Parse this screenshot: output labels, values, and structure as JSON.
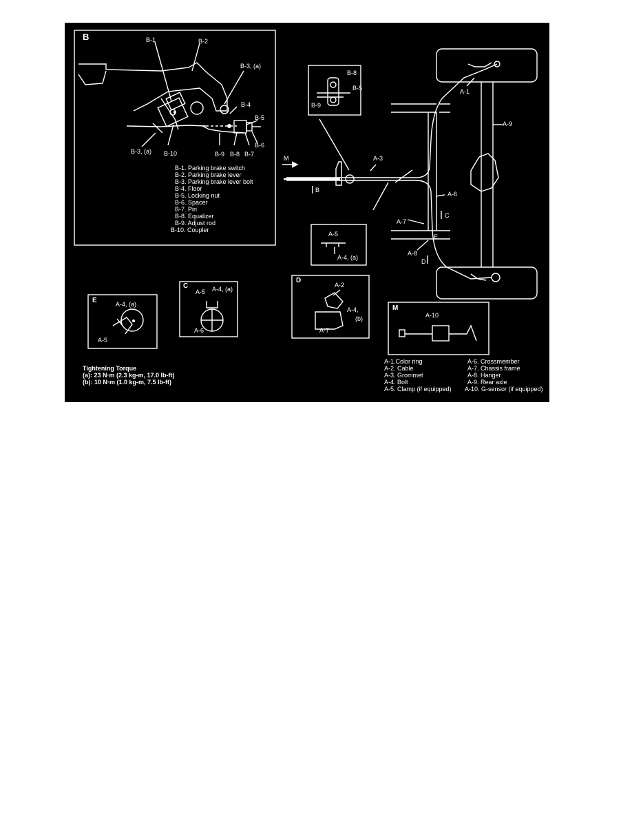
{
  "panel_b": {
    "letter": "B",
    "callouts": {
      "b1": "B-1",
      "b2": "B-2",
      "b3a_top": "B-3, (a)",
      "b4": "B-4",
      "b5": "B-5",
      "b6": "B-6",
      "b7": "B-7",
      "b8": "B-8",
      "b9": "B-9",
      "b10": "B-10",
      "b3a_bottom": "B-3, (a)"
    },
    "legend": [
      "B-1.  Parking brake switch",
      "B-2.  Parking brake lever",
      "B-3.  Parking brake lever bolt",
      "B-4.  Floor",
      "B-5.  Locking nut",
      "B-6.  Spacer",
      "B-7.  Pin",
      "B-8.  Equalizer",
      "B-9.  Adjust rod",
      "B-10.  Coupler"
    ]
  },
  "inset_top": {
    "b8": "B-8",
    "b5": "B-5",
    "b9": "B-9"
  },
  "main": {
    "m_arrow": "M",
    "b_arrow": "B",
    "a1": "A-1",
    "a3": "A-3",
    "a6": "A-6",
    "a7": "A-7",
    "a8": "A-8",
    "a9": "A-9",
    "c": "C",
    "d": "D",
    "e": "E"
  },
  "inset_a5": {
    "a5": "A-5",
    "a4a": "A-4, (a)"
  },
  "panel_e": {
    "letter": "E",
    "a4a": "A-4, (a)",
    "a5": "A-5"
  },
  "panel_c": {
    "letter": "C",
    "a5": "A-5",
    "a4a": "A-4, (a)",
    "a6": "A-6"
  },
  "panel_d": {
    "letter": "D",
    "a2": "A-2",
    "a4": "A-4,",
    "b": "(b)",
    "a7": "A-7"
  },
  "panel_m": {
    "letter": "M",
    "a10": "A-10"
  },
  "torque": {
    "title": "Tightening Torque",
    "a": "(a): 23 N·m (2.3 kg-m, 17.0 lb-ft)",
    "b": "(b): 10 N·m (1.0 kg-m, 7.5 lb-ft)"
  },
  "legend_a": {
    "left": [
      "A-1.Color ring",
      "A-2. Cable",
      "A-3. Grommet",
      "A-4. Bolt",
      "A-5. Clamp (if equipped)"
    ],
    "right": [
      "A-6. Crossmember",
      "A-7. Chassis frame",
      "A-8. Hanger",
      "A-9. Rear axle",
      "A-10.  G-sensor (if equipped)"
    ]
  },
  "colors": {
    "background": "#000000",
    "ink": "#ffffff",
    "page": "#ffffff"
  }
}
